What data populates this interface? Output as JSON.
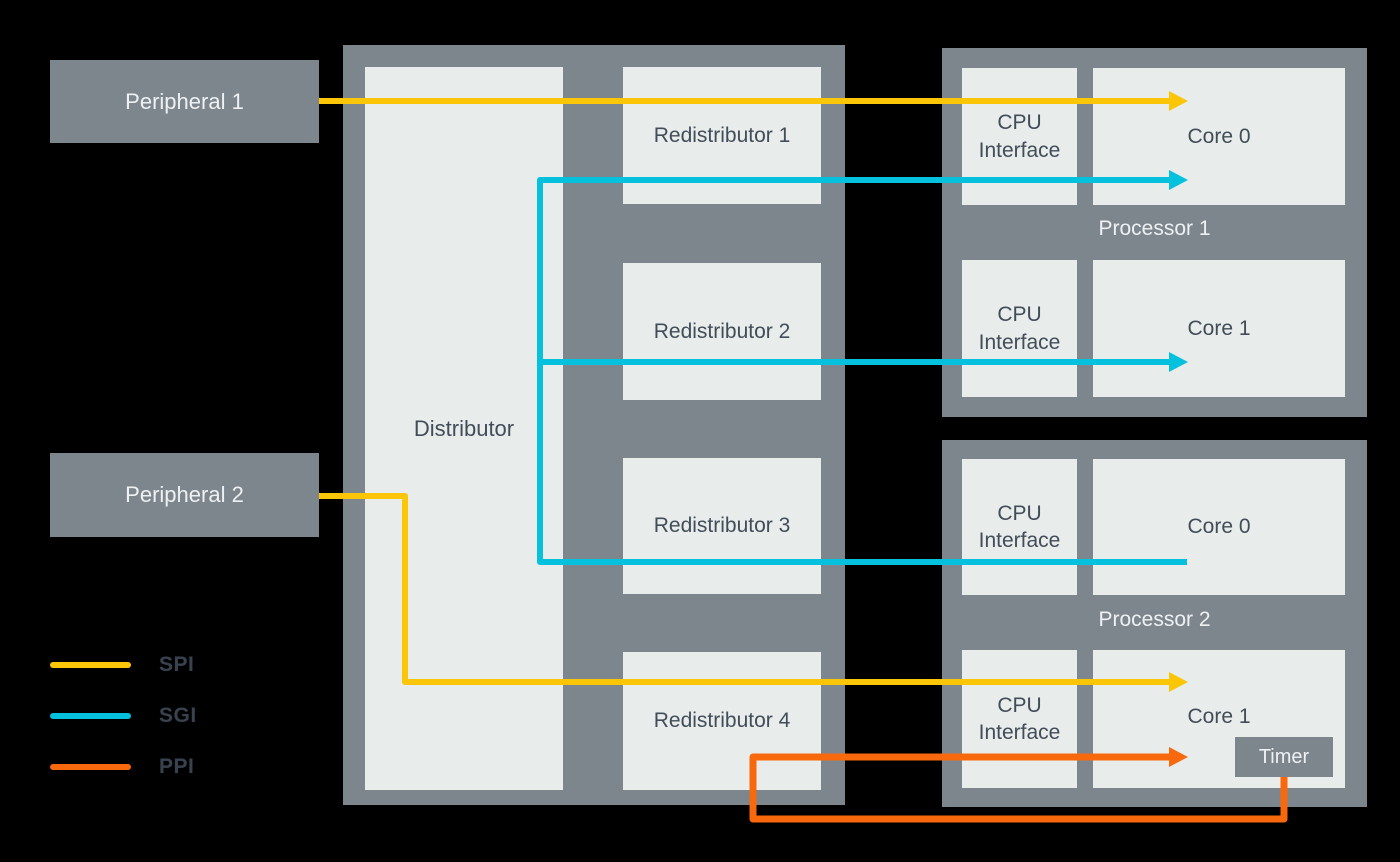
{
  "colors": {
    "background": "#000000",
    "container_gray": "#7e868d",
    "peripheral_gray": "#7e868d",
    "timer_gray": "#7e868d",
    "box_light": "#e8eceb",
    "text_dark": "#424d59",
    "text_light": "#eef1f3",
    "legend_text": "#39434f",
    "spi": "#fcc608",
    "sgi": "#06c1de",
    "ppi": "#f8690e"
  },
  "peripherals": [
    {
      "label": "Peripheral 1"
    },
    {
      "label": "Peripheral 2"
    }
  ],
  "gic": {
    "distributor_label": "Distributor",
    "redistributors": [
      {
        "label": "Redistributor 1"
      },
      {
        "label": "Redistributor 2"
      },
      {
        "label": "Redistributor 3"
      },
      {
        "label": "Redistributor 4"
      }
    ]
  },
  "processors": [
    {
      "label": "Processor 1",
      "rows": [
        {
          "cpu_interface_label": "CPU Interface",
          "core_label": "Core 0"
        },
        {
          "cpu_interface_label": "CPU Interface",
          "core_label": "Core 1"
        }
      ]
    },
    {
      "label": "Processor 2",
      "rows": [
        {
          "cpu_interface_label": "CPU Interface",
          "core_label": "Core 0"
        },
        {
          "cpu_interface_label": "CPU Interface",
          "core_label": "Core 1",
          "timer_label": "Timer"
        }
      ]
    }
  ],
  "legend": [
    {
      "label": "SPI",
      "color_key": "spi"
    },
    {
      "label": "SGI",
      "color_key": "sgi"
    },
    {
      "label": "PPI",
      "color_key": "ppi"
    }
  ]
}
